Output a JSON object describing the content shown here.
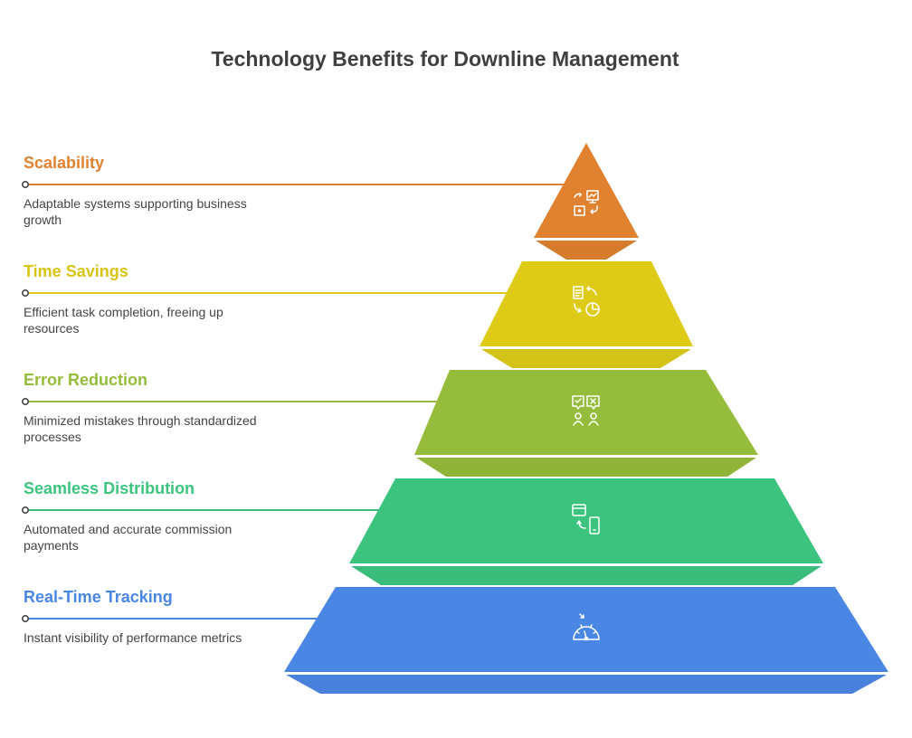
{
  "title": "Technology Benefits for Downline Management",
  "levels": [
    {
      "title": "Scalability",
      "description": "Adaptable systems supporting business growth",
      "color": "#E0812F",
      "icon": "analytics-workflow-icon"
    },
    {
      "title": "Time Savings",
      "description": "Efficient task completion, freeing up resources",
      "color": "#DDCB18",
      "icon": "document-cycle-chart-icon"
    },
    {
      "title": "Error Reduction",
      "description": "Minimized mistakes through standardized processes",
      "color": "#95BC3A",
      "icon": "review-approval-icon"
    },
    {
      "title": "Seamless Distribution",
      "description": "Automated and accurate commission payments",
      "color": "#3CC47F",
      "icon": "device-transfer-icon"
    },
    {
      "title": "Real-Time Tracking",
      "description": "Instant visibility of performance metrics",
      "color": "#4A86E4",
      "icon": "speedometer-icon"
    }
  ]
}
